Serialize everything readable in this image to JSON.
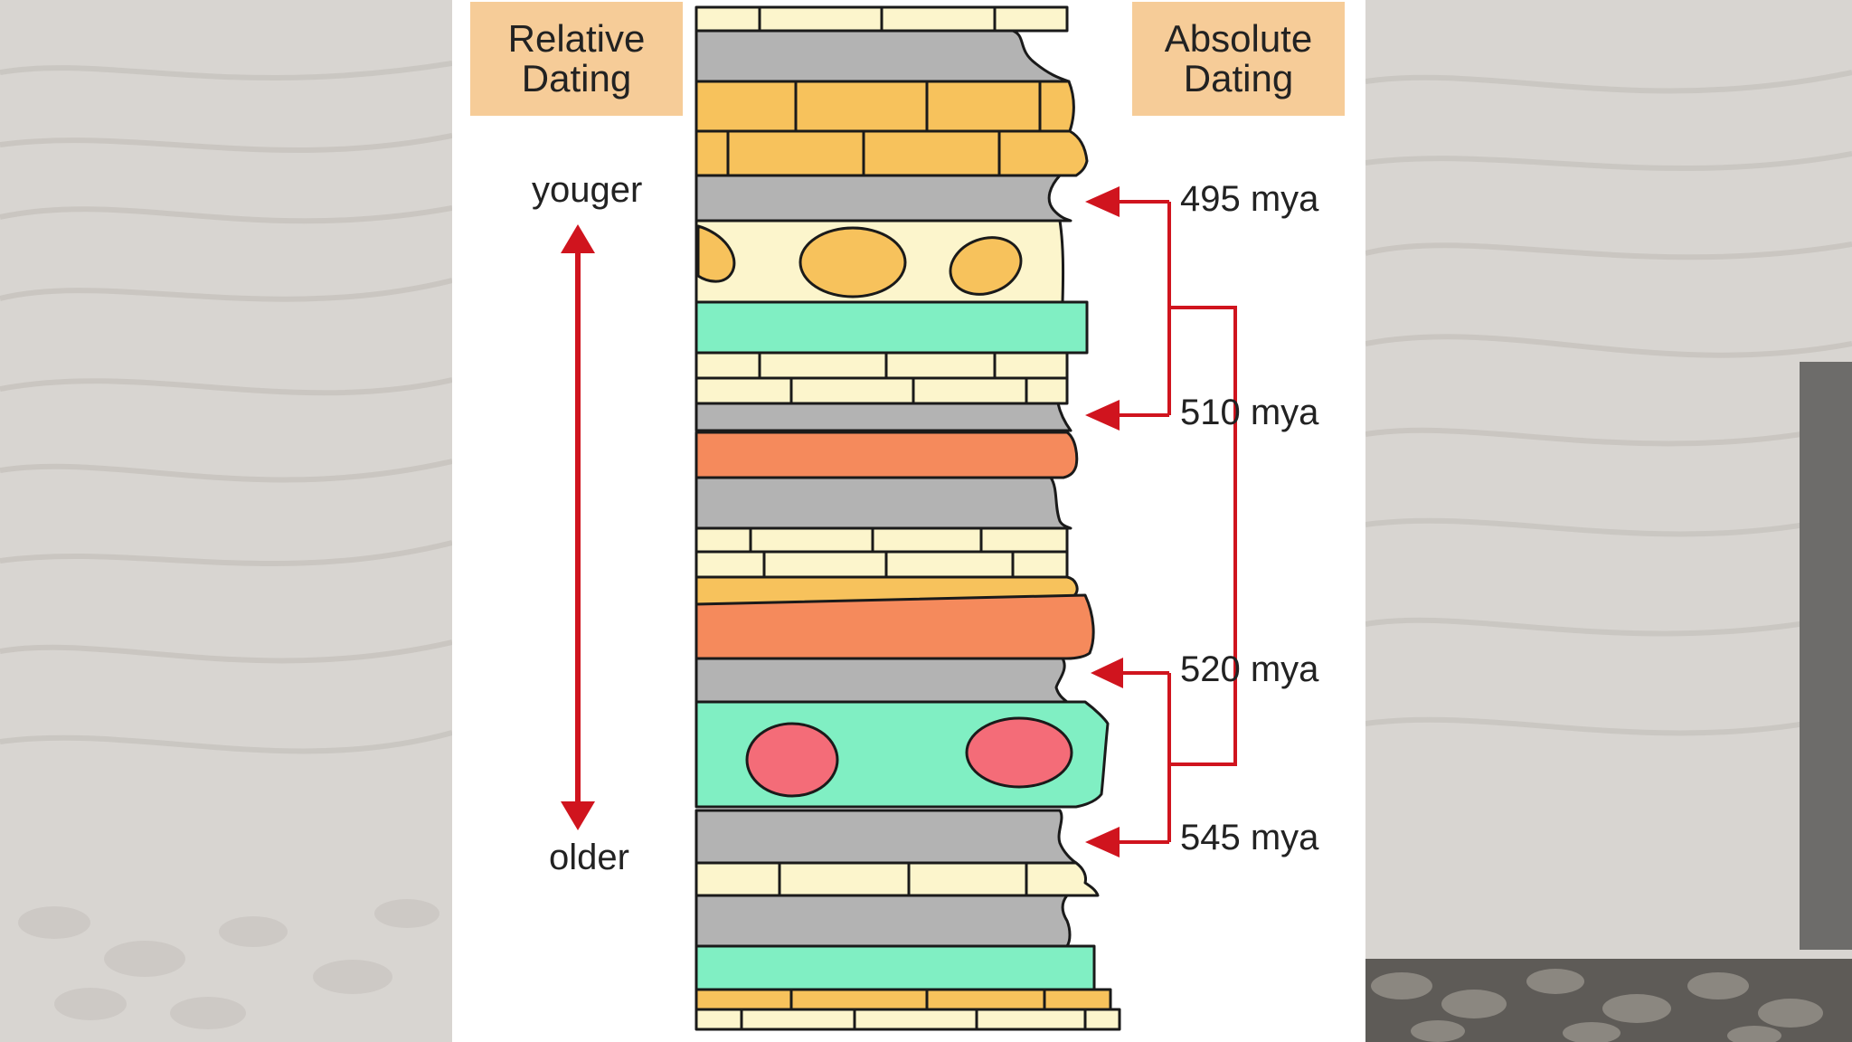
{
  "headers": {
    "relative": [
      "Relative",
      "Dating"
    ],
    "absolute": [
      "Absolute",
      "Dating"
    ]
  },
  "relative_scale": {
    "top_label": "youger",
    "bottom_label": "older"
  },
  "absolute_ages": [
    "495 mya",
    "510 mya",
    "520 mya",
    "545 mya"
  ],
  "colors": {
    "header_box": "#f6cc98",
    "arrow_red": "#d0141e",
    "shale_gray": "#b3b3b3",
    "sandstone_cream": "#fcf5cc",
    "limestone_orange": "#f7c25c",
    "green_layer": "#80efc3",
    "red_orange_layer": "#f58a5c",
    "pink_clast": "#f46c78"
  }
}
